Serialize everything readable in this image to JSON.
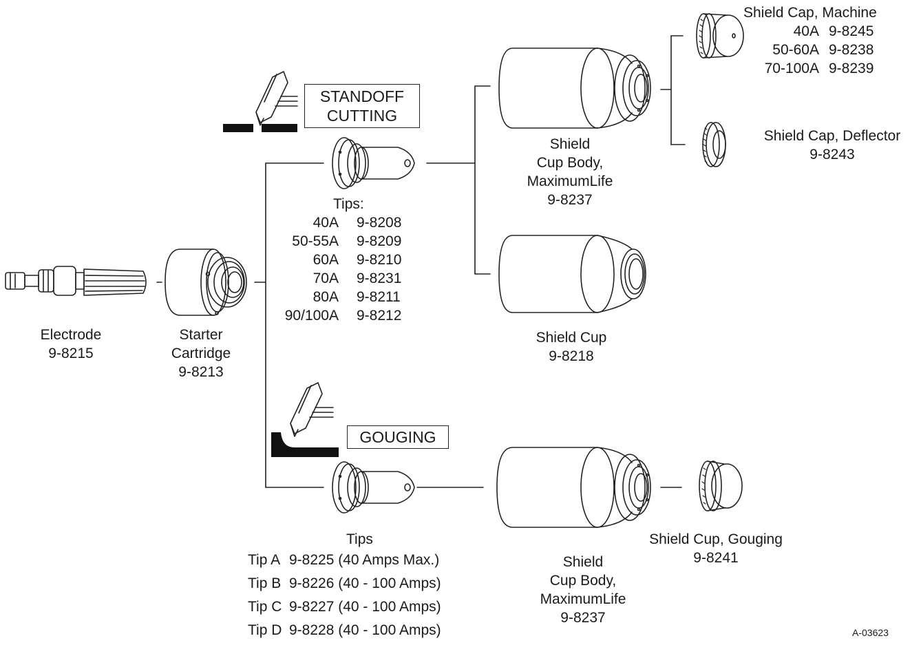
{
  "diagram": {
    "figure_id": "A-03623",
    "modes": {
      "standoff": {
        "line1": "STANDOFF",
        "line2": "CUTTING"
      },
      "gouging": {
        "label": "GOUGING"
      }
    },
    "electrode": {
      "name": "Electrode",
      "part": "9-8215"
    },
    "starter": {
      "line1": "Starter",
      "line2": "Cartridge",
      "part": "9-8213"
    },
    "standoff_tips": {
      "title": "Tips:",
      "rows": [
        {
          "amps": "40A",
          "part": "9-8208"
        },
        {
          "amps": "50-55A",
          "part": "9-8209"
        },
        {
          "amps": "60A",
          "part": "9-8210"
        },
        {
          "amps": "70A",
          "part": "9-8231"
        },
        {
          "amps": "80A",
          "part": "9-8211"
        },
        {
          "amps": "90/100A",
          "part": "9-8212"
        }
      ]
    },
    "shield_cup_body_top": {
      "line1": "Shield",
      "line2": "Cup Body,",
      "line3": "MaximumLife",
      "part": "9-8237"
    },
    "shield_cup": {
      "name": "Shield Cup",
      "part": "9-8218"
    },
    "shield_cap_machine": {
      "title": "Shield Cap, Machine",
      "rows": [
        {
          "amps": "40A",
          "part": "9-8245"
        },
        {
          "amps": "50-60A",
          "part": "9-8238"
        },
        {
          "amps": "70-100A",
          "part": "9-8239"
        }
      ]
    },
    "shield_cap_deflector": {
      "name": "Shield Cap, Deflector",
      "part": "9-8243"
    },
    "gouging_tips": {
      "title": "Tips",
      "rows": [
        {
          "name": "Tip A",
          "part": "9-8225 (40 Amps Max.)"
        },
        {
          "name": "Tip B",
          "part": "9-8226 (40 - 100 Amps)"
        },
        {
          "name": "Tip C",
          "part": "9-8227 (40 - 100 Amps)"
        },
        {
          "name": "Tip D",
          "part": "9-8228 (40 - 100 Amps)"
        }
      ]
    },
    "shield_cup_body_bottom": {
      "line1": "Shield",
      "line2": "Cup Body,",
      "line3": "MaximumLife",
      "part": "9-8237"
    },
    "shield_cup_gouging": {
      "name": "Shield Cup, Gouging",
      "part": "9-8241"
    }
  }
}
